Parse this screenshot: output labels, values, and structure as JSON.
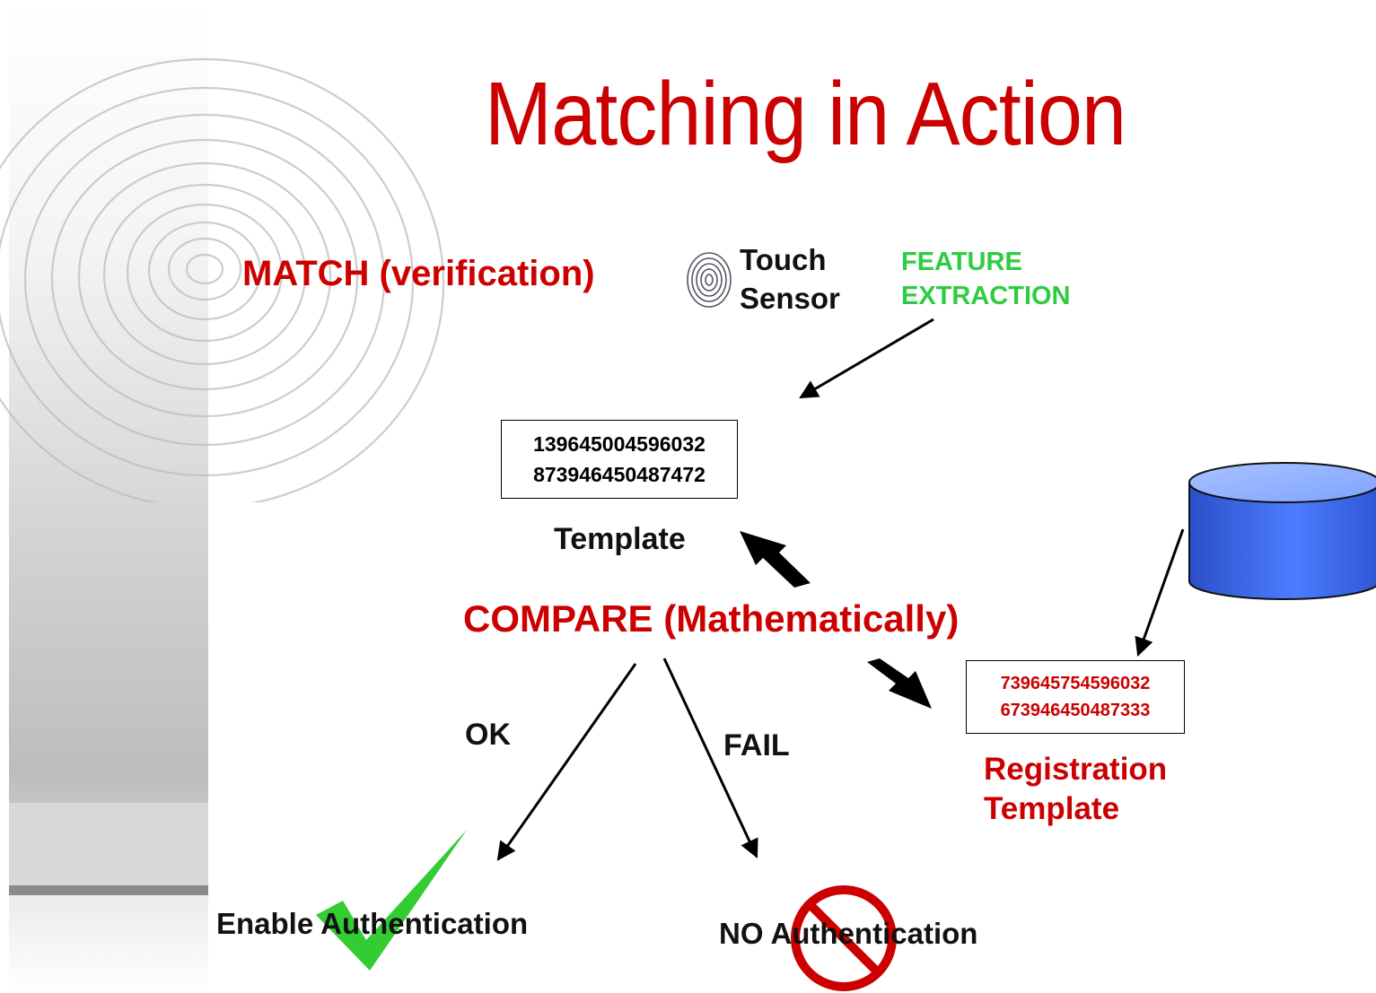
{
  "title": "Matching in Action",
  "match_label": "MATCH (verification)",
  "sensor_label": [
    "Touch",
    "Sensor"
  ],
  "feature_label": [
    "FEATURE",
    "EXTRACTION"
  ],
  "template_box": [
    "139645004596032",
    "873946450487472"
  ],
  "template_label": "Template",
  "compare_label": "COMPARE (Mathematically)",
  "ok_label": "OK",
  "fail_label": "FAIL",
  "registration_box": [
    "739645754596032",
    "673946450487333"
  ],
  "registration_label": [
    "Registration",
    "Template"
  ],
  "enable_label": "Enable Authentication",
  "no_auth_label": "NO Authentication",
  "icons": {
    "fingerprint": "fingerprint-icon",
    "database": "database-cylinder-icon",
    "check": "green-checkmark-icon",
    "prohibit": "prohibition-sign-icon"
  },
  "colors": {
    "title": "#cc0000",
    "feature": "#2ecc40",
    "check": "#33cc33",
    "prohibit": "#cc0000",
    "database": "#3366ee"
  }
}
